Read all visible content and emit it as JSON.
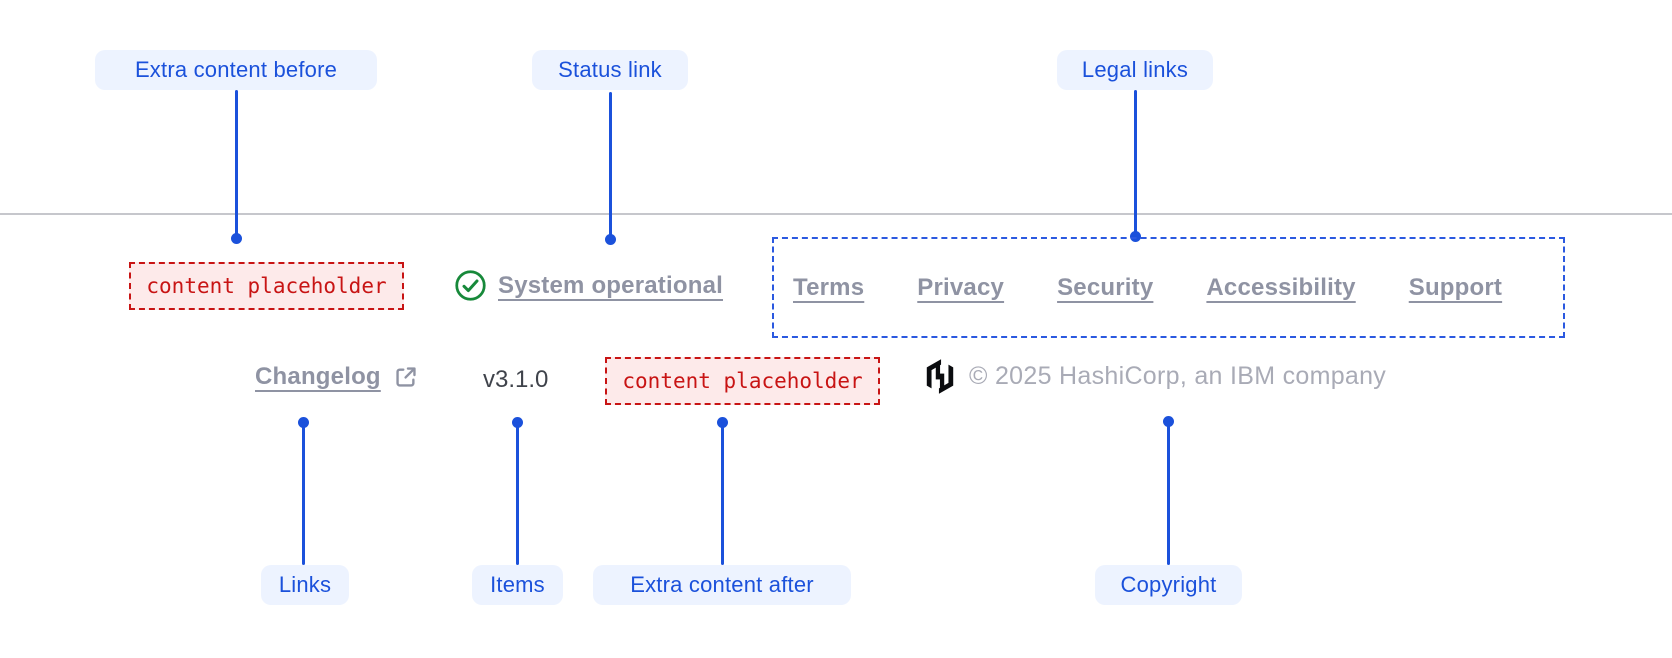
{
  "colors": {
    "annotation_blue": "#1b51db",
    "annotation_pill_bg": "#edf3ff",
    "placeholder_red": "#c81414",
    "placeholder_bg": "#fdeaea",
    "link_gray": "#8f93a3",
    "version_gray": "#3f434b",
    "copyright_gray": "#a9abb6",
    "success_green": "#17893a",
    "legal_box_blue": "#2b59e0",
    "divider_gray": "#c6c7cc"
  },
  "annotations": {
    "extra_content_before": "Extra content before",
    "status_link": "Status link",
    "legal_links": "Legal links",
    "links": "Links",
    "items": "Items",
    "extra_content_after": "Extra content after",
    "copyright": "Copyright"
  },
  "footer": {
    "extra_content_before": {
      "placeholder": "content placeholder"
    },
    "status": {
      "label": "System operational",
      "icon": "check-circle-icon"
    },
    "legal_links": [
      "Terms",
      "Privacy",
      "Security",
      "Accessibility",
      "Support"
    ],
    "links": [
      {
        "label": "Changelog",
        "icon": "external-link-icon"
      }
    ],
    "items": {
      "version": "v3.1.0"
    },
    "extra_content_after": {
      "placeholder": "content placeholder"
    },
    "copyright": {
      "logo": "hashicorp-logo",
      "text": "© 2025 HashiCorp, an IBM company"
    }
  }
}
